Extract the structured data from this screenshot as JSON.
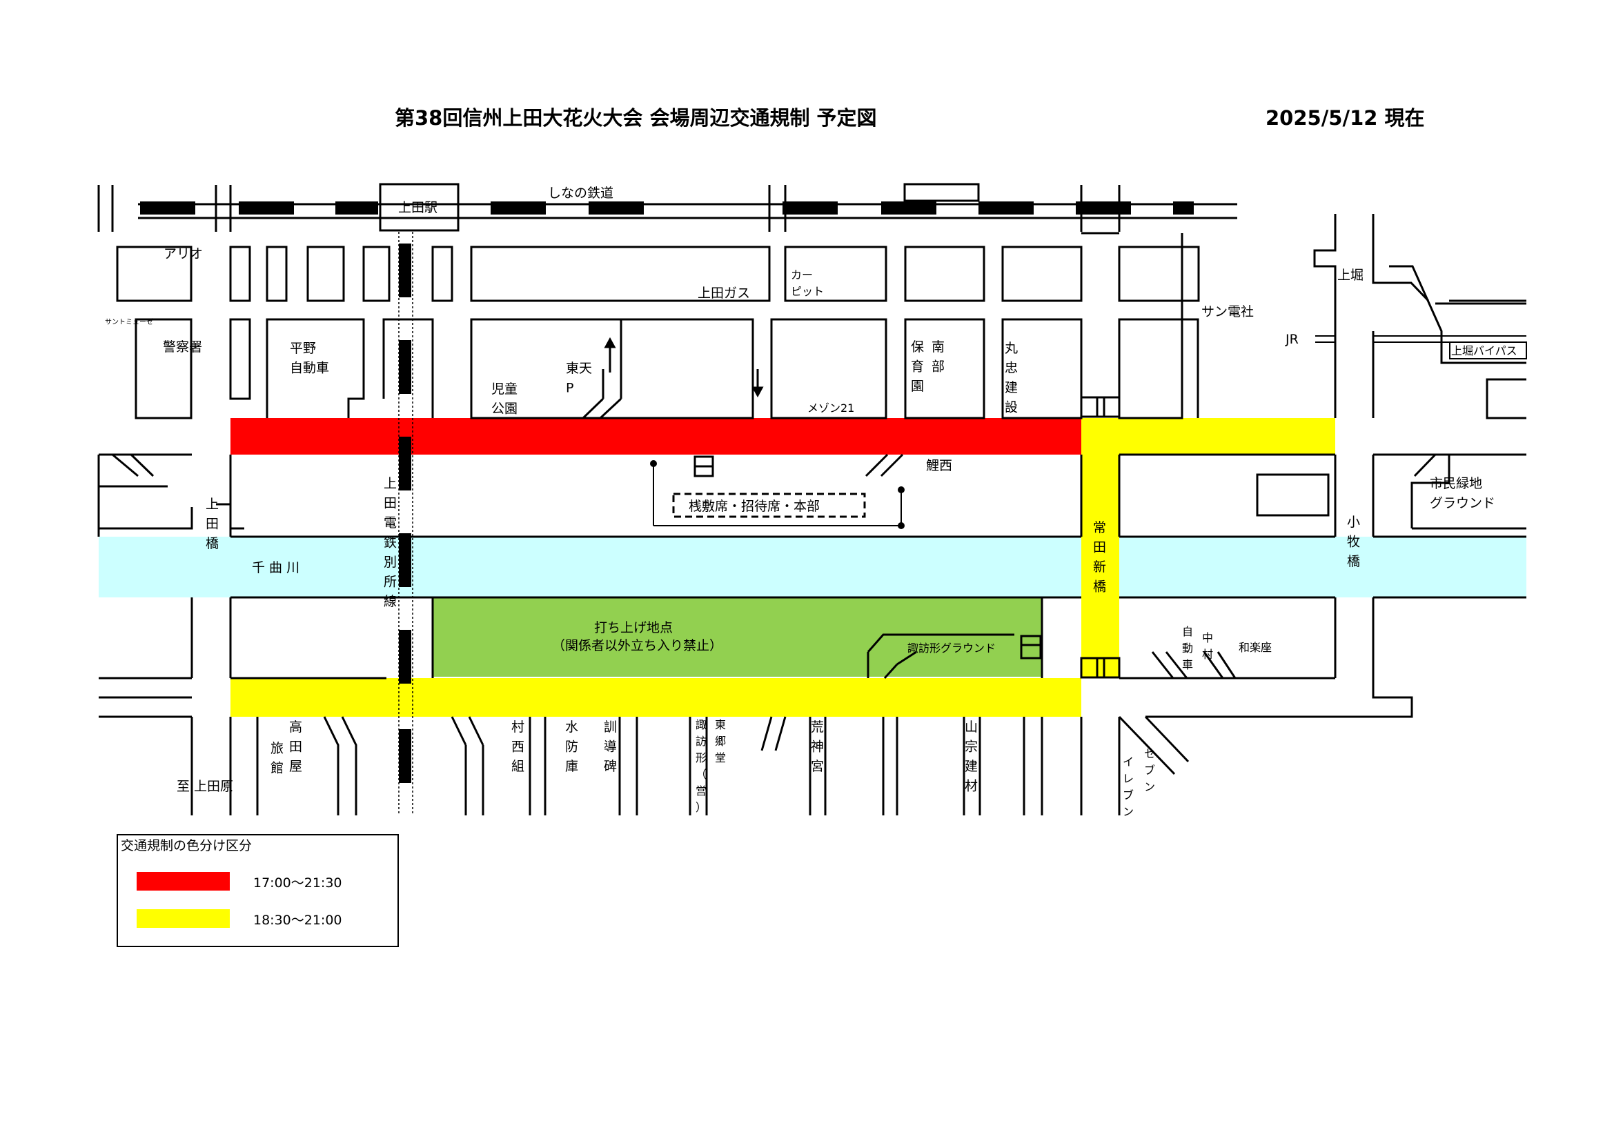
{
  "header": {
    "title": "第38回信州上田大花火大会  会場周辺交通規制  予定図",
    "date": "2025/5/12 現在"
  },
  "colors": {
    "red_zone": "#ff0000",
    "yellow_zone": "#ffff00",
    "river": "#ccffff",
    "launch_area": "#92d050"
  },
  "labels": {
    "station": "上田駅",
    "railway": "しなの鉄道",
    "ario": "アリオ",
    "ueda_gas": "上田ガス",
    "car_pit": "カー\nピット",
    "santo_museum": "サントミューゼ",
    "police": "警察署",
    "hirano": "平野\n自動車",
    "east_p": "東天\nP",
    "park": "児童\n公園",
    "maison": "メゾン21",
    "nursery": "保\n育\n園",
    "nanbu": "南\n部",
    "marutada": "丸\n忠\n建\n設",
    "san_denki": "サン電社",
    "kamibori": "上堀",
    "jr": "JR",
    "kamibori_bypass": "上堀バイパス",
    "koinishi": "鯉西",
    "ueda_bridge": "上\n田\n橋",
    "dentetsu": "上\n田\n電\n鉄\n別\n所\n線",
    "chikuma": "千 曲 川",
    "seats": "桟敷席・招待席・本部",
    "tokida": "常\n田\n新\n橋",
    "shimin": "市民緑地\nグラウンド",
    "komaki": "小\n牧\n橋",
    "launch1": "打ち上げ地点",
    "launch2": "（関係者以外立ち入り禁止）",
    "suwagata": "諏訪形グラウンド",
    "nakamura_auto": "自\n動\n車",
    "nakamura": "中\n村",
    "warakuza": "和楽座",
    "takada": "高\n田\n屋",
    "ryokan": "旅\n館",
    "muranishi": "村\n西\n組",
    "suibo": "水\n防\n庫",
    "kundo": "訓\n導\n碑",
    "togo": "東\n郷\n堂",
    "suwagata_mae": "諏\n訪\n形\n（\n営\n）",
    "araga": "荒\n神\n宮",
    "yamamune": "山\n宗\n建\n材",
    "seven": "セ\nブ\nン",
    "eleven": "イ\nレ\nブ\nン",
    "to_uedahara": "至 上田原"
  },
  "legend": {
    "title": "交通規制の色分け区分",
    "items": [
      {
        "color": "#ff0000",
        "label": "17:00～21:30"
      },
      {
        "color": "#ffff00",
        "label": "18:30～21:00"
      }
    ]
  }
}
